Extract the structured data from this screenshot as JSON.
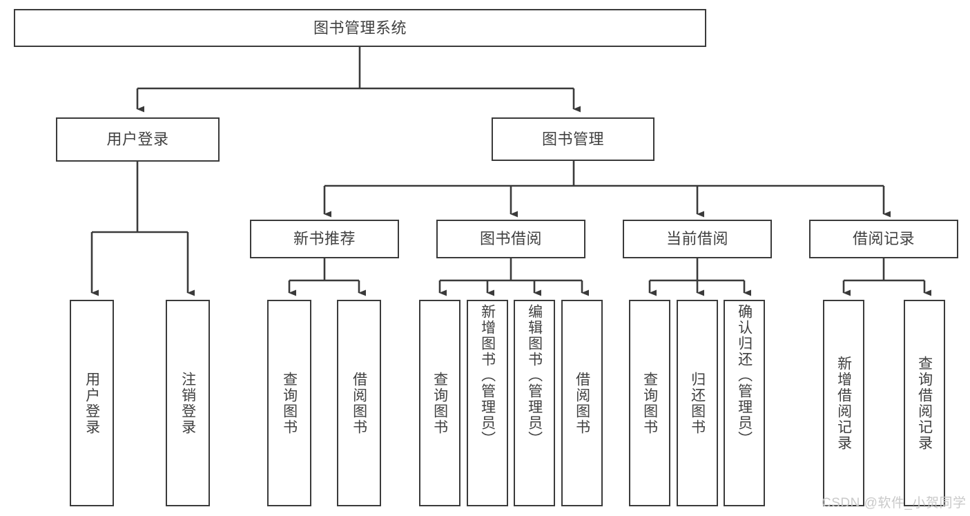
{
  "diagram": {
    "title": "图书管理系统",
    "type": "tree-hierarchy",
    "root": {
      "label": "图书管理系统"
    },
    "level1": [
      {
        "label": "用户登录"
      },
      {
        "label": "图书管理"
      }
    ],
    "level2": [
      {
        "label": "新书推荐"
      },
      {
        "label": "图书借阅"
      },
      {
        "label": "当前借阅"
      },
      {
        "label": "借阅记录"
      }
    ],
    "leaves": {
      "user_login": [
        {
          "label": "用户登录"
        },
        {
          "label": "注销登录"
        }
      ],
      "new_book_recommend": [
        {
          "label": "查询图书"
        },
        {
          "label": "借阅图书"
        }
      ],
      "book_borrow": [
        {
          "label": "查询图书"
        },
        {
          "label": "新增图书（管理员）"
        },
        {
          "label": "编辑图书（管理员）"
        },
        {
          "label": "借阅图书"
        }
      ],
      "current_borrow": [
        {
          "label": "查询图书"
        },
        {
          "label": "归还图书"
        },
        {
          "label": "确认归还（管理员）"
        }
      ],
      "borrow_record": [
        {
          "label": "新增借阅记录"
        },
        {
          "label": "查询借阅记录"
        }
      ]
    }
  },
  "watermark": {
    "text": "CSDN @软件_小贺同学"
  },
  "colors": {
    "border": "#3a3a3a",
    "text": "#404040",
    "background": "#ffffff",
    "watermark": "#c9c9c9"
  }
}
